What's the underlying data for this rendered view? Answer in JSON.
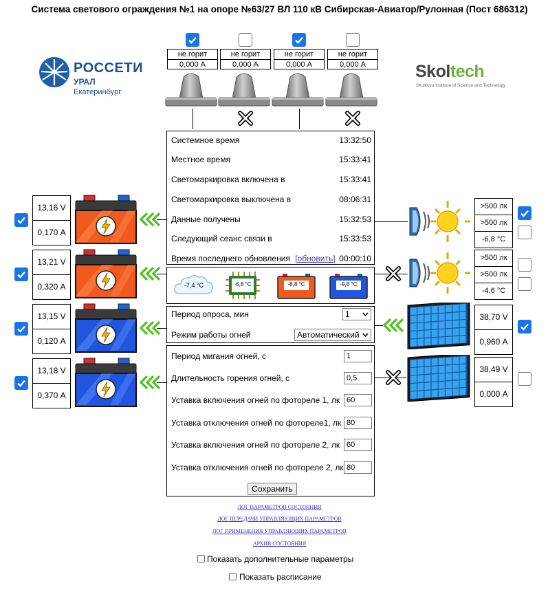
{
  "title": "Система светового ограждения №1 на опоре №63/27 ВЛ 110 кВ Сибирская-Авиатор/Рулонная (Пост 686312)",
  "logos": {
    "rosseti": {
      "name": "РОССЕТИ",
      "region": "УРАЛ",
      "city": "Екатеринбург"
    },
    "skoltech": {
      "name_a": "Skol",
      "name_b": "tech",
      "subtitle": "Skolkovo Institute of Science and Technology"
    }
  },
  "lamps": [
    {
      "checked": true,
      "status": "не горит",
      "current": "0,000 А",
      "failed": false
    },
    {
      "checked": false,
      "status": "не горит",
      "current": "0,000 А",
      "failed": true
    },
    {
      "checked": true,
      "status": "не горит",
      "current": "0,000 А",
      "failed": false
    },
    {
      "checked": false,
      "status": "не горит",
      "current": "0,000 А",
      "failed": true
    }
  ],
  "batteries": [
    {
      "checked": true,
      "voltage": "13,16 V",
      "current": "0,170 А",
      "color": "orange"
    },
    {
      "checked": true,
      "voltage": "13,21 V",
      "current": "0,320 А",
      "color": "orange"
    },
    {
      "checked": true,
      "voltage": "13,15 V",
      "current": "0,120 А",
      "color": "blue"
    },
    {
      "checked": true,
      "voltage": "13,18 V",
      "current": "0,370 А",
      "color": "blue"
    }
  ],
  "photo_sensors": [
    {
      "v1": ">500 лк",
      "v2": ">500 лк",
      "temp": "-6,8 °C",
      "cb1": true,
      "cb2": false,
      "link": "line"
    },
    {
      "v1": ">500 лк",
      "v2": ">500 лк",
      "temp": "-4,6 °C",
      "cb1": false,
      "cb2": false,
      "link": "broken"
    }
  ],
  "solar_panels": [
    {
      "voltage": "38,70 V",
      "current": "0,960 А",
      "checked": true,
      "link": "arrows"
    },
    {
      "voltage": "38,49 V",
      "current": "0,000 А",
      "checked": false,
      "link": "broken"
    }
  ],
  "info": {
    "rows": [
      {
        "label": "Системное время",
        "value": "13:32:50"
      },
      {
        "label": "Местное время",
        "value": "15:33:41"
      },
      {
        "label": "Светомаркировка включена в",
        "value": "15:33:41"
      },
      {
        "label": "Светомаркировка выключена в",
        "value": "08:06:31"
      },
      {
        "label": "Данные получены",
        "value": "15:32:53"
      },
      {
        "label": "Следующий сеанс связи в",
        "value": "15:33:53"
      }
    ],
    "last_update_label": "Время последнего обновления",
    "refresh_link": "[обновить]",
    "last_update_value": "00:00:10"
  },
  "temps": {
    "air": "-7,4 °C",
    "cpu": "-6,8 °C",
    "battery_orange": "-8,8 °C",
    "battery_blue": "-9,8 °C"
  },
  "polling": {
    "period_label": "Период опроса, мин",
    "period_value": "1",
    "mode_label": "Режим работы огней",
    "mode_value": "Автоматический"
  },
  "settings": {
    "fields": [
      {
        "label": "Период мигания огней, с",
        "value": "1"
      },
      {
        "label": "Длительность горения огней, с",
        "value": "0,5"
      },
      {
        "label": "Уставка включения огней по фотореле 1, лк",
        "value": "60"
      },
      {
        "label": "Уставка отключения огней по фотореле1, лк",
        "value": "80"
      },
      {
        "label": "Уставка включения огней по фотореле 2, лк",
        "value": "60"
      },
      {
        "label": "Уставка отключения огней по фотореле 2, лк",
        "value": "80"
      }
    ],
    "save_label": "Сохранить"
  },
  "links": [
    "ЛОГ ПАРАМЕТРОВ СОСТОЯНИЯ",
    "ЛОГ ПЕРЕДАЧИ УПРАВЛЯЮЩИХ ПАРАМЕТРОВ",
    "ЛОГ ПРИМЕНЕНИЯ УПРАВЛЯЮЩИХ ПАРАМЕТРОВ",
    "АРХИВ СОСТОЯНИЯ"
  ],
  "options": {
    "show_extra_label": "Показать дополнительные параметры",
    "show_schedule_label": "Показать расписание"
  },
  "colors": {
    "accent": "#1a73e8",
    "link": "#3333cc",
    "arrow": "#4cc21a",
    "battery_orange": "#f05a1e",
    "battery_blue": "#2255dd"
  }
}
